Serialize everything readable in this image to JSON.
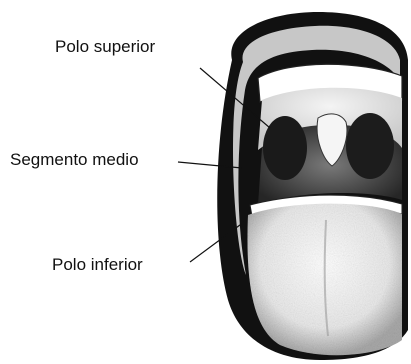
{
  "labels": {
    "superior": "Polo superior",
    "middle": "Segmento medio",
    "inferior": "Polo inferior"
  },
  "colors": {
    "ink": "#0d0d0d",
    "paper": "#ffffff"
  }
}
